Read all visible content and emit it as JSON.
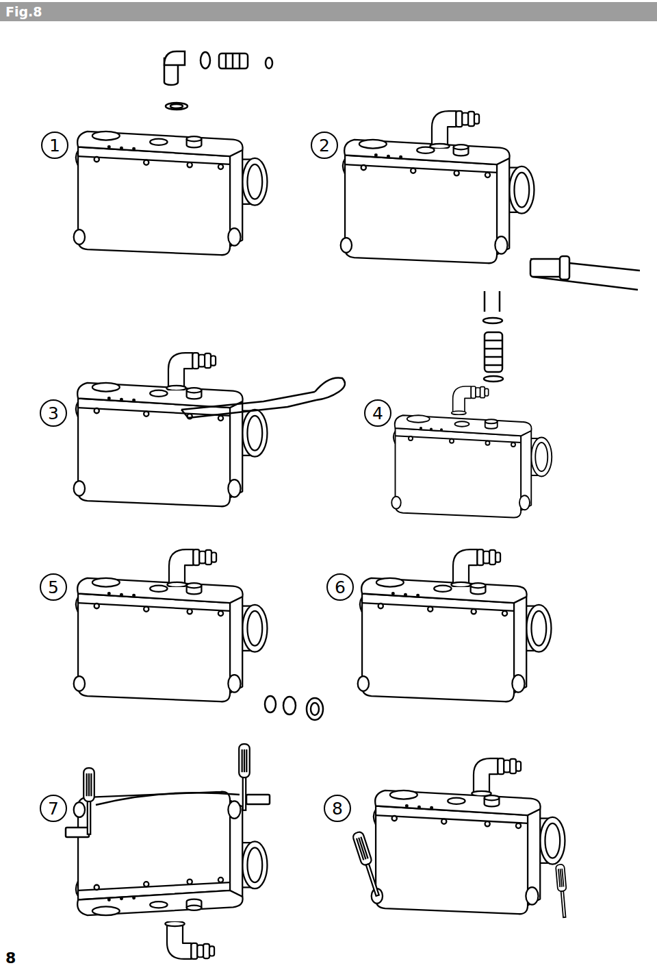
{
  "diagram": {
    "title": "Fig.8",
    "nodes": [
      {
        "text": [
          "1"
        ]
      },
      {
        "text": [
          "2"
        ]
      },
      {
        "text": [
          "3"
        ]
      },
      {
        "text": [
          "4"
        ]
      },
      {
        "text": [
          "5"
        ]
      },
      {
        "text": [
          "6"
        ]
      },
      {
        "text": [
          "7"
        ]
      },
      {
        "text": [
          "8"
        ]
      }
    ],
    "labels": [
      "8"
    ]
  }
}
